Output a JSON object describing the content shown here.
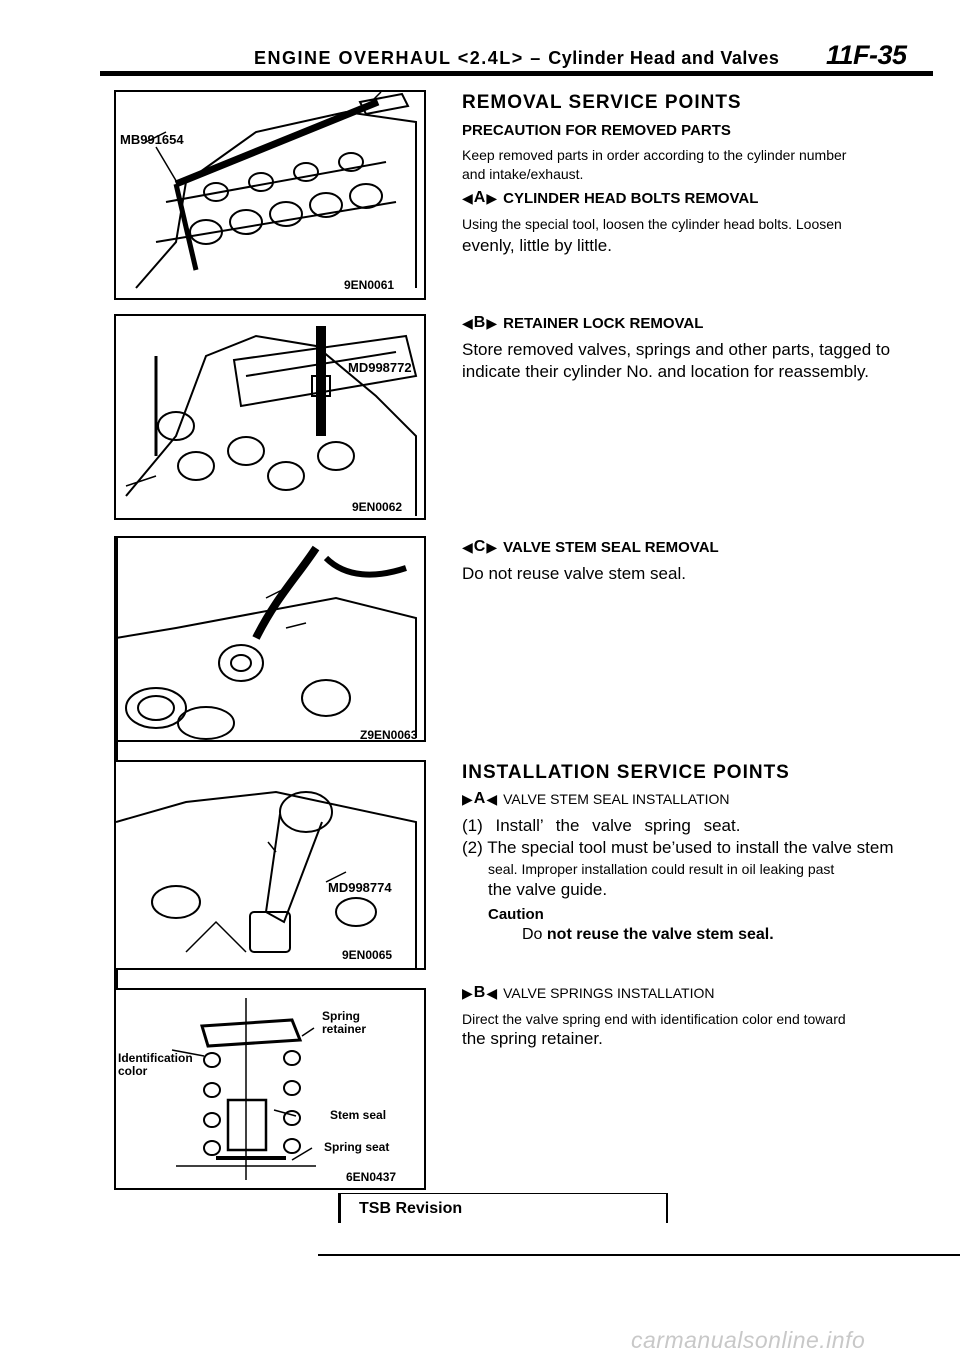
{
  "header": {
    "title_main": "ENGINE OVERHAUL",
    "title_spec": "<2.4L> –",
    "title_sub": "Cylinder Head and Valves",
    "page_number": "11F-35"
  },
  "figures": [
    {
      "labels": [
        "MB991654"
      ],
      "code": "9EN0061"
    },
    {
      "labels": [
        "MD998772"
      ],
      "code": "9EN0062"
    },
    {
      "labels": [],
      "code": "Z9EN0063"
    },
    {
      "labels": [
        "MD998774"
      ],
      "code": "9EN0065"
    },
    {
      "labels": [
        "Spring retainer",
        "Identification color",
        "Stem seal",
        "Spring seat"
      ],
      "code": "6EN0437"
    }
  ],
  "removal": {
    "heading": "REMOVAL SERVICE POINTS",
    "precaution_heading": "PRECAUTION FOR REMOVED PARTS",
    "precaution_line1": "Keep removed parts in order according to the cylinder number",
    "precaution_line2": "and intake/exhaust.",
    "sections": [
      {
        "marker": "A",
        "title": "CYLINDER HEAD BOLTS REMOVAL",
        "line1": "Using the special tool, loosen the cylinder head bolts. Loosen",
        "line2": "evenly, little by little."
      },
      {
        "marker": "B",
        "title": "RETAINER LOCK REMOVAL",
        "line1": "Store removed valves, springs and other parts, tagged to",
        "line2": "indicate their cylinder No. and location for reassembly."
      },
      {
        "marker": "C",
        "title": "VALVE STEM SEAL REMOVAL",
        "line1": "Do not reuse valve stem seal."
      }
    ]
  },
  "installation": {
    "heading": "INSTALLATION SERVICE POINTS",
    "sections": [
      {
        "marker": "A",
        "title": "VALVE STEM SEAL INSTALLATION",
        "step1": "(1) Install’ the valve spring seat.",
        "step2": "(2) The special tool must be’used to install the valve stem",
        "step2_cont": "seal. Improper installation could result in oil leaking past",
        "step2_cont2": "the valve guide.",
        "caution_label": "Caution",
        "caution_text_prefix": "Do",
        "caution_text": "not reuse the valve stem seal."
      },
      {
        "marker": "B",
        "title": "VALVE SPRINGS INSTALLATION",
        "line1": "Direct the valve spring end with identification color end toward",
        "line2": "the spring retainer."
      }
    ]
  },
  "footer": {
    "tsb": "TSB Revision",
    "watermark": "carmanualsonline.info"
  }
}
